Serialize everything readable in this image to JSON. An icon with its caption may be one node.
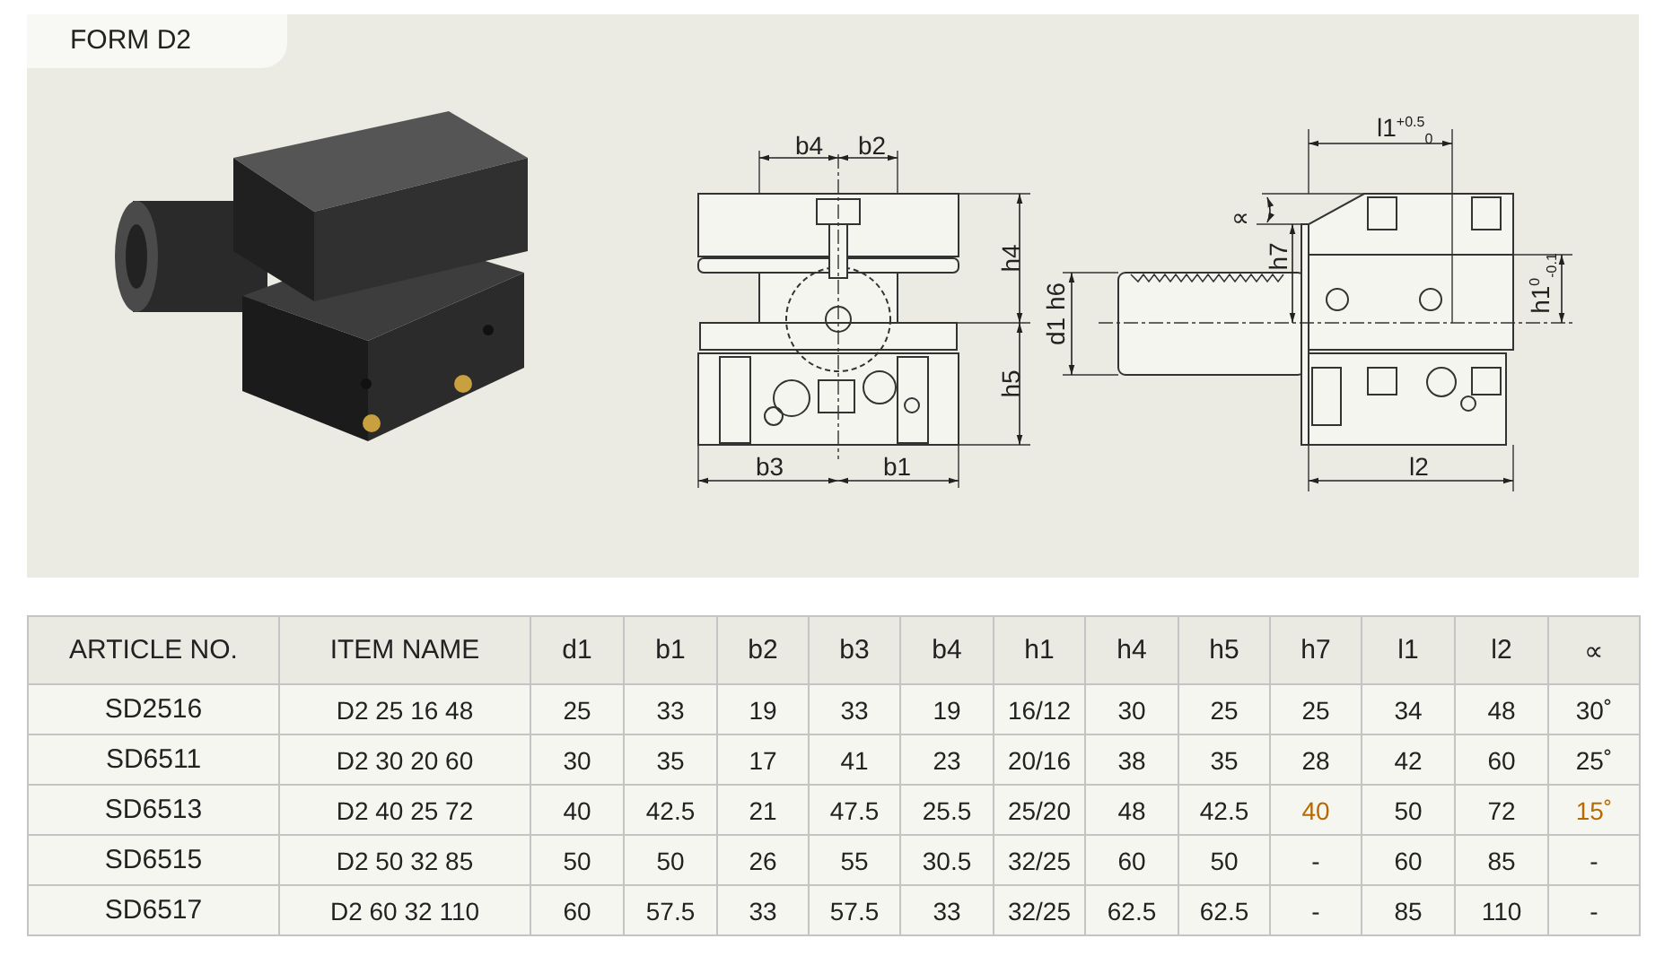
{
  "diagram": {
    "title": "FORM D2",
    "labels": [
      "b4",
      "b2",
      "h4",
      "h5",
      "b3",
      "b1",
      "l1$^{+0.5}$$_{0}$",
      "∝",
      "h7",
      "d1 h6",
      "h1$^{0}$$_{-0.1}$",
      "l2",
      "ARTICLE NO.",
      "ITEM NAME",
      "d1",
      "b1",
      "b2",
      "b3",
      "b4",
      "h1",
      "h4",
      "h5",
      "h7",
      "l1",
      "l2",
      "∝",
      "SD2516",
      "D2 25 16 48",
      "25",
      "33",
      "19",
      "33",
      "19",
      "16/12",
      "30",
      "25",
      "25",
      "34",
      "48",
      "30˚",
      "SD6511",
      "D2 30 20 60",
      "30",
      "35",
      "17",
      "41",
      "23",
      "20/16",
      "38",
      "35",
      "28",
      "42",
      "60",
      "25˚",
      "SD6513",
      "D2 40 25 72",
      "40",
      "42.5",
      "21",
      "47.5",
      "25.5",
      "25/20",
      "48",
      "42.5",
      "40",
      "50",
      "72",
      "15˚",
      "SD6515",
      "D2 50 32 85",
      "50",
      "50",
      "26",
      "55",
      "30.5",
      "32/25",
      "60",
      "50",
      "-",
      "60",
      "85",
      "-",
      "SD6517",
      "D2 60 32 110",
      "60",
      "57.5",
      "33",
      "57.5",
      "33",
      "32/25",
      "62.5",
      "62.5",
      "-",
      "85",
      "110",
      "-"
    ]
  }
}
